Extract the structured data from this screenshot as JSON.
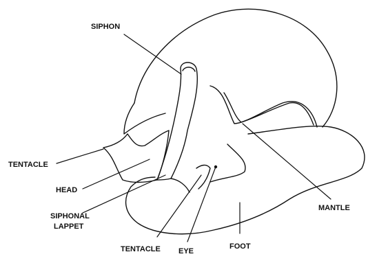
{
  "diagram": {
    "labels": {
      "siphon": "SIPHON",
      "tentacle_left": "TENTACLE",
      "head": "HEAD",
      "siphonal_lappet_line1": "SIPHONAL",
      "siphonal_lappet_line2": "LAPPET",
      "tentacle_bottom": "TENTACLE",
      "eye": "EYE",
      "foot": "FOOT",
      "mantle": "MANTLE"
    }
  }
}
